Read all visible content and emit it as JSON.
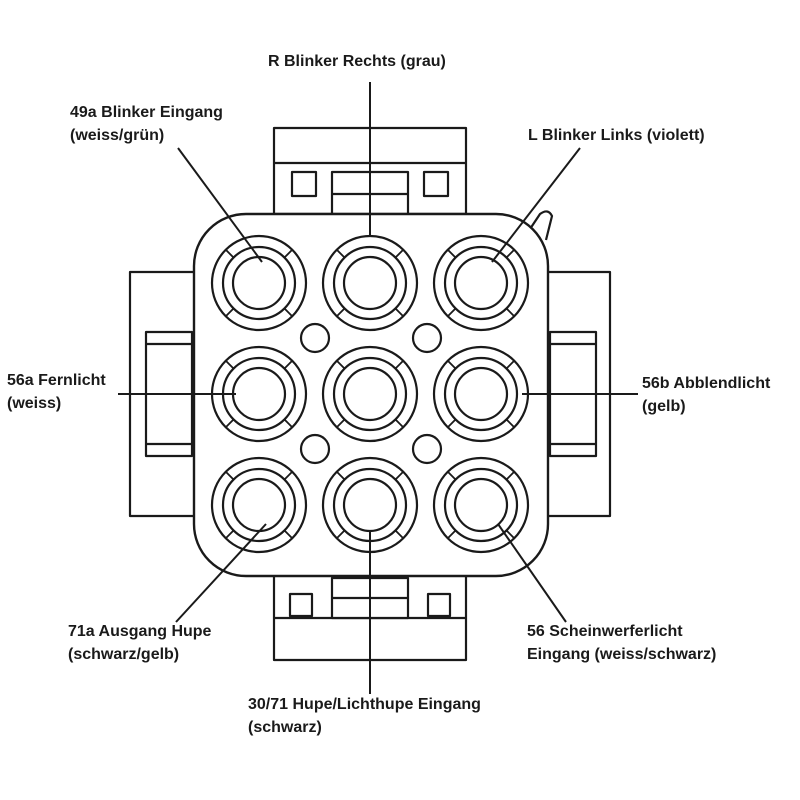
{
  "labels": {
    "r_blinker": {
      "line1": "R Blinker Rechts (grau)"
    },
    "l_blinker": {
      "line1": "L Blinker Links (violett)"
    },
    "b49a": {
      "line1": "49a Blinker Eingang",
      "line2": "(weiss/grün)"
    },
    "f56a": {
      "line1": "56a Fernlicht",
      "line2": "(weiss)"
    },
    "a56b": {
      "line1": "56b Abblendlicht",
      "line2": "(gelb)"
    },
    "h71a": {
      "line1": "71a Ausgang Hupe",
      "line2": "(schwarz/gelb)"
    },
    "s56": {
      "line1": "56 Scheinwerferlicht",
      "line2": "Eingang (weiss/schwarz)"
    },
    "h3071": {
      "line1": "30/71 Hupe/Lichthupe Eingang",
      "line2": "(schwarz)"
    }
  },
  "colors": {
    "stroke": "#1a1a1a",
    "background": "#ffffff"
  }
}
